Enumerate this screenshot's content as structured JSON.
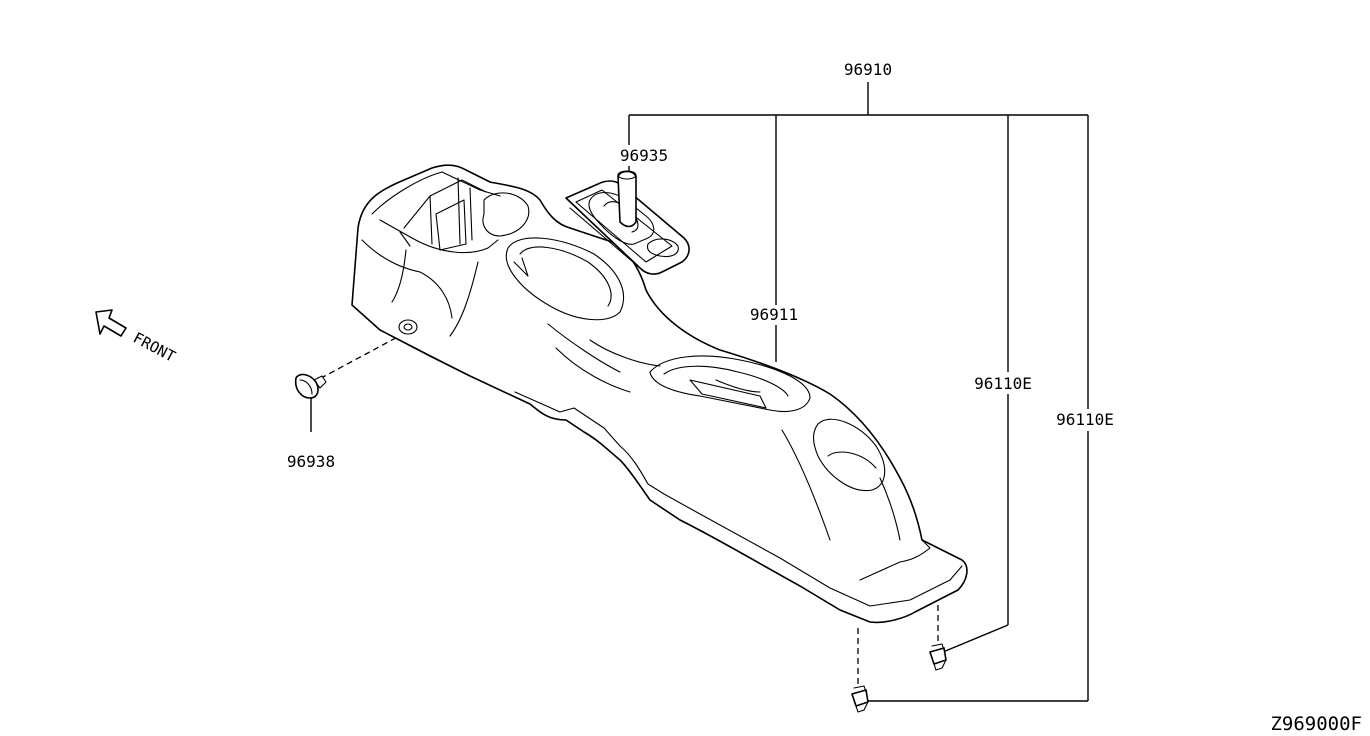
{
  "parts": {
    "assembly": "96910",
    "gear_boot": "96935",
    "console_body": "96911",
    "clip_a": "96110E",
    "clip_b": "96110E",
    "grommet": "96938"
  },
  "direction_label": "FRONT",
  "diagram_code": "Z969000F"
}
